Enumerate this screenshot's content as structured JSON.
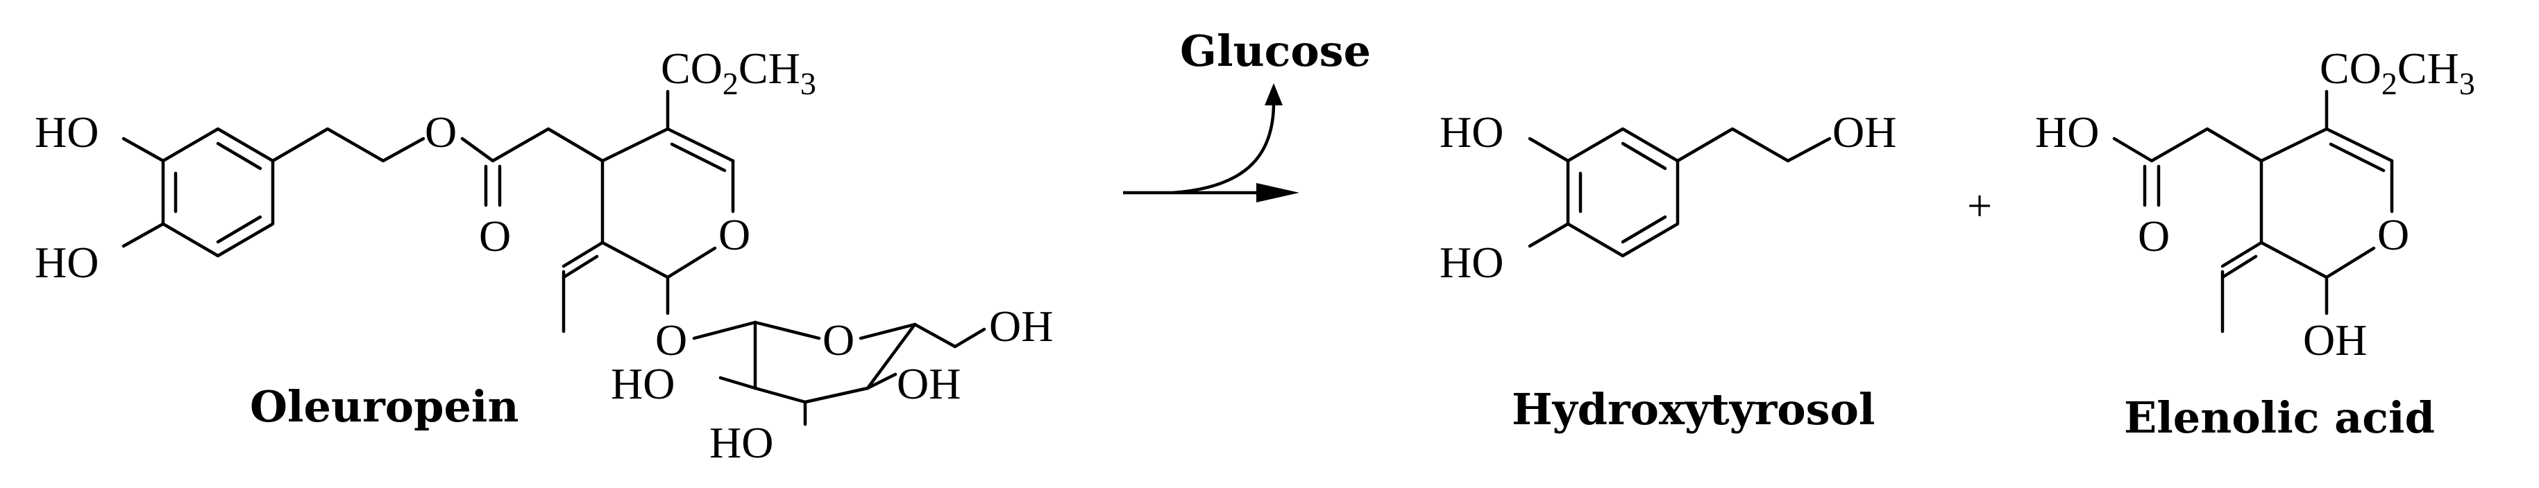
{
  "reaction": {
    "reactant_name": "Oleuropein",
    "byproduct": "Glucose",
    "product1_name": "Hydroxytyrosol",
    "product2_name": "Elenolic acid",
    "plus": "+"
  },
  "atoms": {
    "HO": "HO",
    "OH": "OH",
    "O": "O",
    "CO": "CO",
    "CH": "CH",
    "sub2": "2",
    "sub3": "3"
  }
}
